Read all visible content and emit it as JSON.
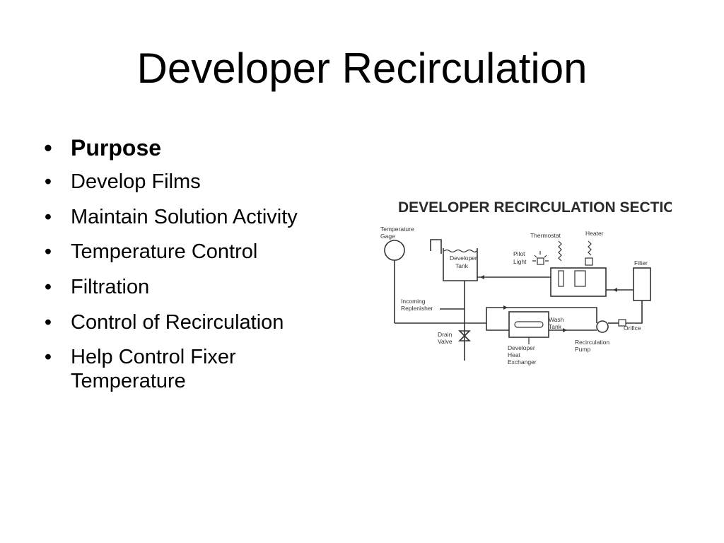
{
  "slide": {
    "title": "Developer Recirculation"
  },
  "bullets": [
    {
      "text": "Purpose",
      "bold": true
    },
    {
      "text": "Develop Films"
    },
    {
      "text": "Maintain Solution Activity"
    },
    {
      "text": "Temperature Control"
    },
    {
      "text": "Filtration"
    },
    {
      "text": "Control of Recirculation"
    },
    {
      "text": "Help Control Fixer Temperature"
    }
  ],
  "bullet_symbol": "•",
  "diagram": {
    "heading": "DEVELOPER RECIRCULATION SECTION",
    "labels": {
      "temperature_gage_1": "Temperature",
      "temperature_gage_2": "Gage",
      "developer_tank_1": "Developer",
      "developer_tank_2": "Tank",
      "thermostat": "Thermostat",
      "heater": "Heater",
      "pilot_light_1": "Pilot",
      "pilot_light_2": "Light",
      "filter": "Filter",
      "incoming_replenisher_1": "Incoming",
      "incoming_replenisher_2": "Replenisher",
      "wash_tank_1": "Wash",
      "wash_tank_2": "Tank",
      "drain_valve_1": "Drain",
      "drain_valve_2": "Valve",
      "orifice": "Orifice",
      "recirculation_pump_1": "Recirculation",
      "recirculation_pump_2": "Pump",
      "heat_exchanger_1": "Developer",
      "heat_exchanger_2": "Heat",
      "heat_exchanger_3": "Exchanger"
    }
  }
}
